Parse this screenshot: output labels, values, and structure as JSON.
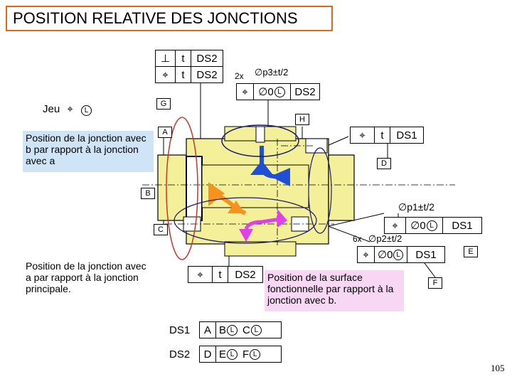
{
  "title": "POSITION RELATIVE DES JONCTIONS",
  "top_frames": {
    "row1": {
      "symbol": "⊥",
      "tol": "t",
      "datum": "DS2"
    },
    "row2": {
      "symbol": "⌖",
      "tol": "t",
      "datum": "DS2"
    }
  },
  "frame_2x": {
    "count": "2x",
    "dia": "∅p3±t/2",
    "symbol": "⌖",
    "tol": "∅0",
    "mod": "L",
    "datum": "DS2"
  },
  "jeu": {
    "label": "Jeu",
    "mod": "L"
  },
  "frame_ds1": {
    "symbol": "⌖",
    "tol": "t",
    "datum": "DS1"
  },
  "frame_p1": {
    "dia": "∅p1±t/2",
    "symbol": "⌖",
    "tol": "∅0",
    "mod": "L",
    "datum": "DS1"
  },
  "frame_6x": {
    "count": "6x",
    "dia": "∅p2±t/2",
    "symbol": "⌖",
    "tol": "∅0",
    "mod": "L",
    "datum": "DS1"
  },
  "frame_bottom": {
    "symbol": "⌖",
    "tol": "t",
    "datum": "DS2"
  },
  "refs": {
    "G": "G",
    "H": "H",
    "A": "A",
    "D": "D",
    "B": "B",
    "C": "C",
    "E": "E",
    "F": "F"
  },
  "notes": {
    "note_b": "Position de la jonction avec b par rapport à la jonction avec a",
    "note_a": "Position de la jonction avec  a par rapport à la jonction principale.",
    "note_surface": "Position de la surface fonctionnelle par rapport à la jonction avec b."
  },
  "datum_table": [
    {
      "name": "DS1",
      "primary": "A",
      "secondary": "B",
      "sec_mod": "L",
      "tertiary": "C",
      "ter_mod": "L"
    },
    {
      "name": "DS2",
      "primary": "D",
      "secondary": "E",
      "sec_mod": "L",
      "tertiary": "F",
      "ter_mod": "L"
    }
  ],
  "page_number": "105",
  "colors": {
    "title_border": "#d66a1f",
    "blue": "#1f4fd6",
    "orange": "#f7921e",
    "magenta": "#e040e8",
    "note_blue": "#cfe4f7",
    "note_pink": "#f7d7f4",
    "body_fill": "#f4f09a",
    "ellipse_red": "#c0392b"
  }
}
